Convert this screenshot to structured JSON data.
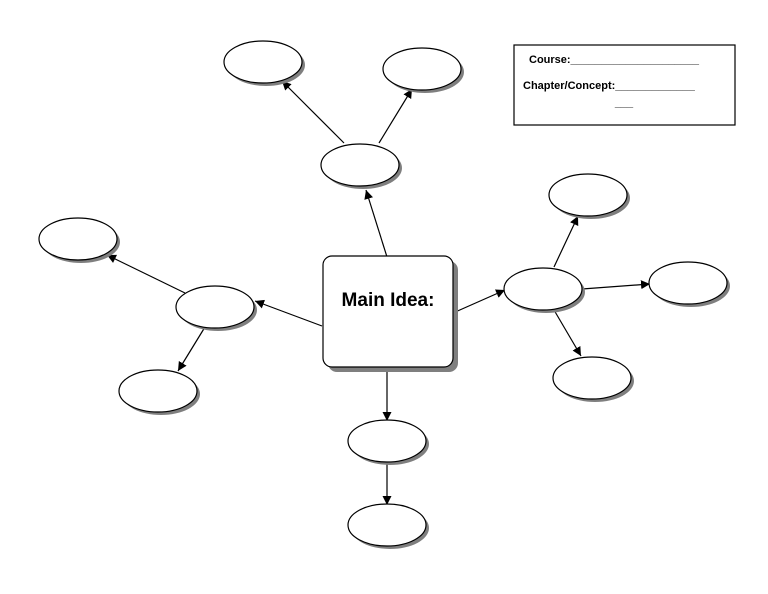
{
  "main_node": {
    "label": "Main Idea:"
  },
  "info_box": {
    "course_line": "Course:_____________________",
    "chapter_line": "Chapter/Concept:_____________",
    "chapter_line_cont": "___"
  },
  "colors": {
    "stroke": "#000000",
    "fill": "#ffffff",
    "shadow": "#7f7f7f"
  }
}
